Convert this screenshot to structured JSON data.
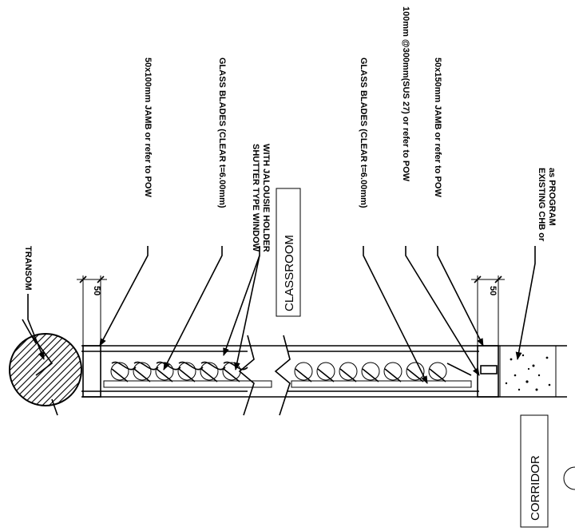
{
  "annotations": {
    "transom": "TRANSOM",
    "jamb_top": "50x100mm JAMB or refer to POW",
    "glass_blades_top": "GLASS BLADES (CLEAR t=6.00mm)",
    "shutter_line1": "SHUTTER TYPE WINDOW",
    "shutter_line2": "WITH JALOUSIE HOLDER",
    "glass_blades_bottom": "GLASS BLADES (CLEAR t=6.00mm)",
    "bar_spacing": "100mm @300mm(SUS 27) or refer to POW",
    "jamb_bottom": "50x150mm JAMB or refer to POW",
    "chb_line1": "EXISTING CHB or",
    "chb_line2": "as PROGRAM"
  },
  "rooms": {
    "classroom": "CLASSROOM",
    "corridor": "CORRIDOR"
  },
  "dimensions": {
    "top": "50",
    "bottom": "50"
  }
}
